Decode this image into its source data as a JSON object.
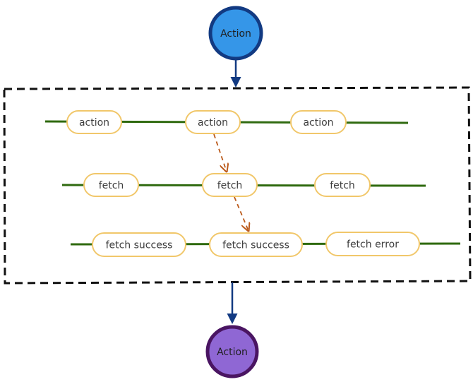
{
  "top_node": {
    "label": "Action",
    "fill": "#3596e8",
    "stroke": "#123a82"
  },
  "bottom_node": {
    "label": "Action",
    "fill": "#8f67d4",
    "stroke": "#4a1562"
  },
  "colors": {
    "line": "#2f6a0f",
    "pill_border": "#f1c76a",
    "dashed_arrow": "#bb5a1b",
    "blue_arrow": "#123a82",
    "box_border": "#111111"
  },
  "rows": [
    {
      "name": "action-row",
      "pills": [
        {
          "label": "action"
        },
        {
          "label": "action"
        },
        {
          "label": "action"
        }
      ]
    },
    {
      "name": "fetch-row",
      "pills": [
        {
          "label": "fetch"
        },
        {
          "label": "fetch"
        },
        {
          "label": "fetch"
        }
      ]
    },
    {
      "name": "fetch-result-row",
      "pills": [
        {
          "label": "fetch success"
        },
        {
          "label": "fetch success"
        },
        {
          "label": "fetch error"
        }
      ]
    }
  ]
}
